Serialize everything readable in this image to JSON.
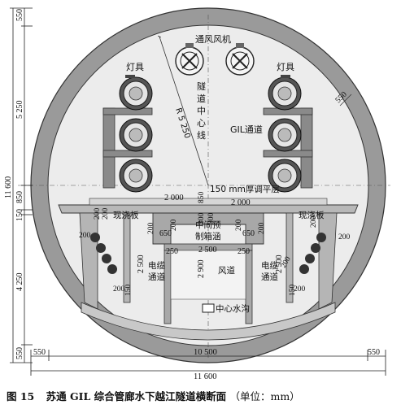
{
  "caption": {
    "figure_number": "图 15",
    "title": "苏通 GIL 综合管廊水下越江隧道横断面",
    "unit": "（单位：mm）"
  },
  "labels": {
    "fan": "通风风机",
    "lamp_left": "灯具",
    "lamp_right": "灯具",
    "tunnel_centerline": [
      "隧",
      "道",
      "中",
      "心",
      "线"
    ],
    "radius": "R 5 250",
    "gil_channel": "GIL通道",
    "adjust_layer": "150 mm厚调平层",
    "cast_slab_left": "现浇板",
    "cast_slab_right": "现浇板",
    "middle_precast": [
      "中间预",
      "制箱涵"
    ],
    "cable_left": [
      "电缆",
      "通道"
    ],
    "cable_right": [
      "电缆",
      "通道"
    ],
    "air_duct": "风道",
    "drain": "中心水沟",
    "ring_thickness": "550"
  },
  "dimensions": {
    "left_vertical": [
      "550",
      "5 250",
      "850",
      "150",
      "4 250",
      "550"
    ],
    "left_total": "11 600",
    "bottom_inner": "10 500",
    "bottom_left_margin": "550",
    "bottom_right_margin": "550",
    "bottom_total": "11 600",
    "top_left_width": "2 000",
    "top_right_width": "2 000",
    "top_center": "850",
    "center_300a": "300",
    "center_300b": "300",
    "inner_200s": [
      "200",
      "200",
      "200",
      "200",
      "200",
      "200",
      "200",
      "200",
      "200",
      "200",
      "200",
      "200"
    ],
    "w_650_left": "650",
    "w_650_right": "650",
    "w_250_left": "250",
    "w_250_right": "250",
    "w_2500": "2 500",
    "h_2500_left": "2 500",
    "h_2500_right": "2 500",
    "h_2900": "2 900",
    "w_150_left": "150",
    "w_150_right": "150"
  }
}
